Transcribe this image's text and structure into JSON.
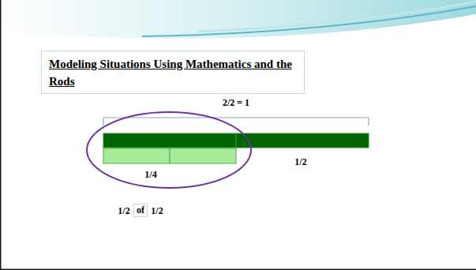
{
  "diagram": {
    "title": "Modeling Situations Using Mathematics and the Rods",
    "nodes": [
      {
        "text": [
          "of"
        ]
      }
    ],
    "labels": [
      "2/2 = 1",
      "1/4",
      "1/2",
      "1/2",
      "1/2"
    ]
  }
}
